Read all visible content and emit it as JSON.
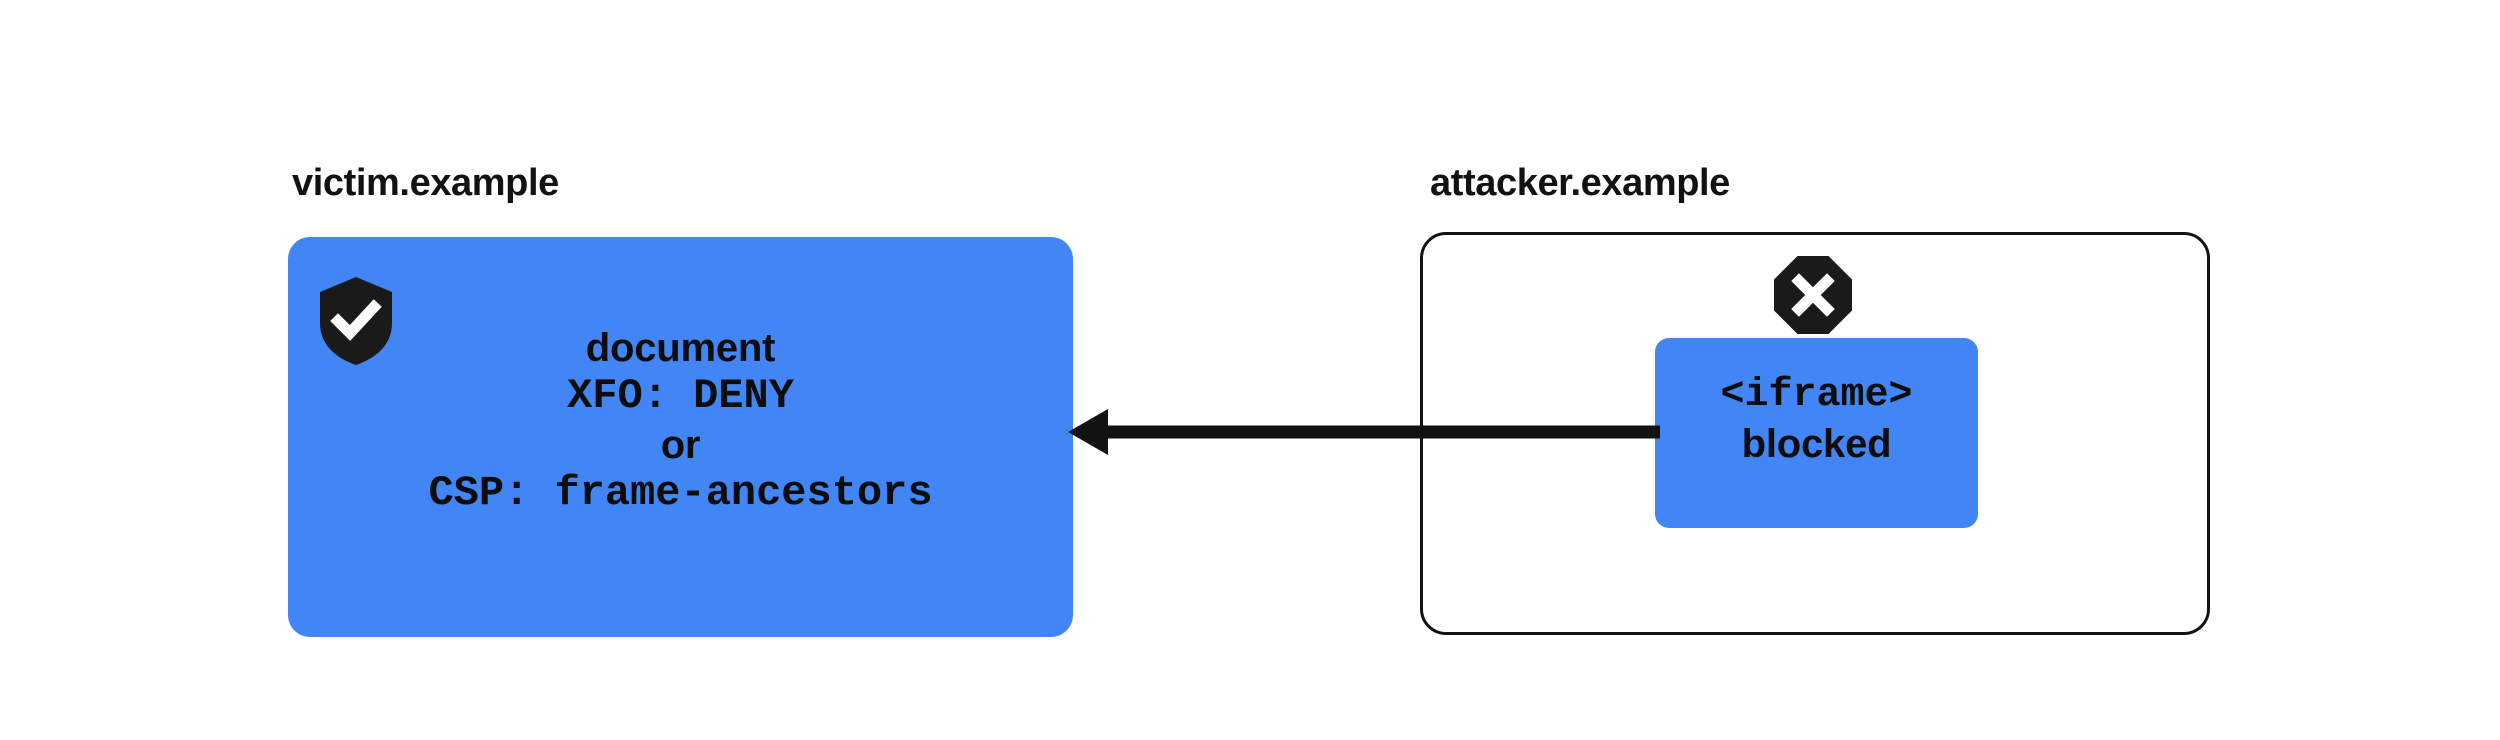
{
  "diagram": {
    "title_victim": "victim.example",
    "title_attacker": "attacker.example",
    "colors": {
      "card_blue": "#4285F4",
      "ink": "#121212",
      "background": "#FFFFFF"
    },
    "victim_card": {
      "icon": "shield-check-icon",
      "lines": [
        {
          "text": "document",
          "style": "sans"
        },
        {
          "text": "XFO: DENY",
          "style": "mono"
        },
        {
          "text": "or",
          "style": "sans"
        },
        {
          "text": "CSP: frame-ancestors",
          "style": "mono"
        }
      ]
    },
    "attacker_frame": {
      "icon": "blocked-octagon-x-icon",
      "iframe_card": {
        "lines": [
          {
            "text": "<iframe>",
            "style": "mono"
          },
          {
            "text": "blocked",
            "style": "sans"
          }
        ]
      }
    },
    "arrow": {
      "name": "blocked-framing-arrow",
      "direction": "right-to-left",
      "from": "attacker.example iframe",
      "to": "victim.example document"
    }
  }
}
